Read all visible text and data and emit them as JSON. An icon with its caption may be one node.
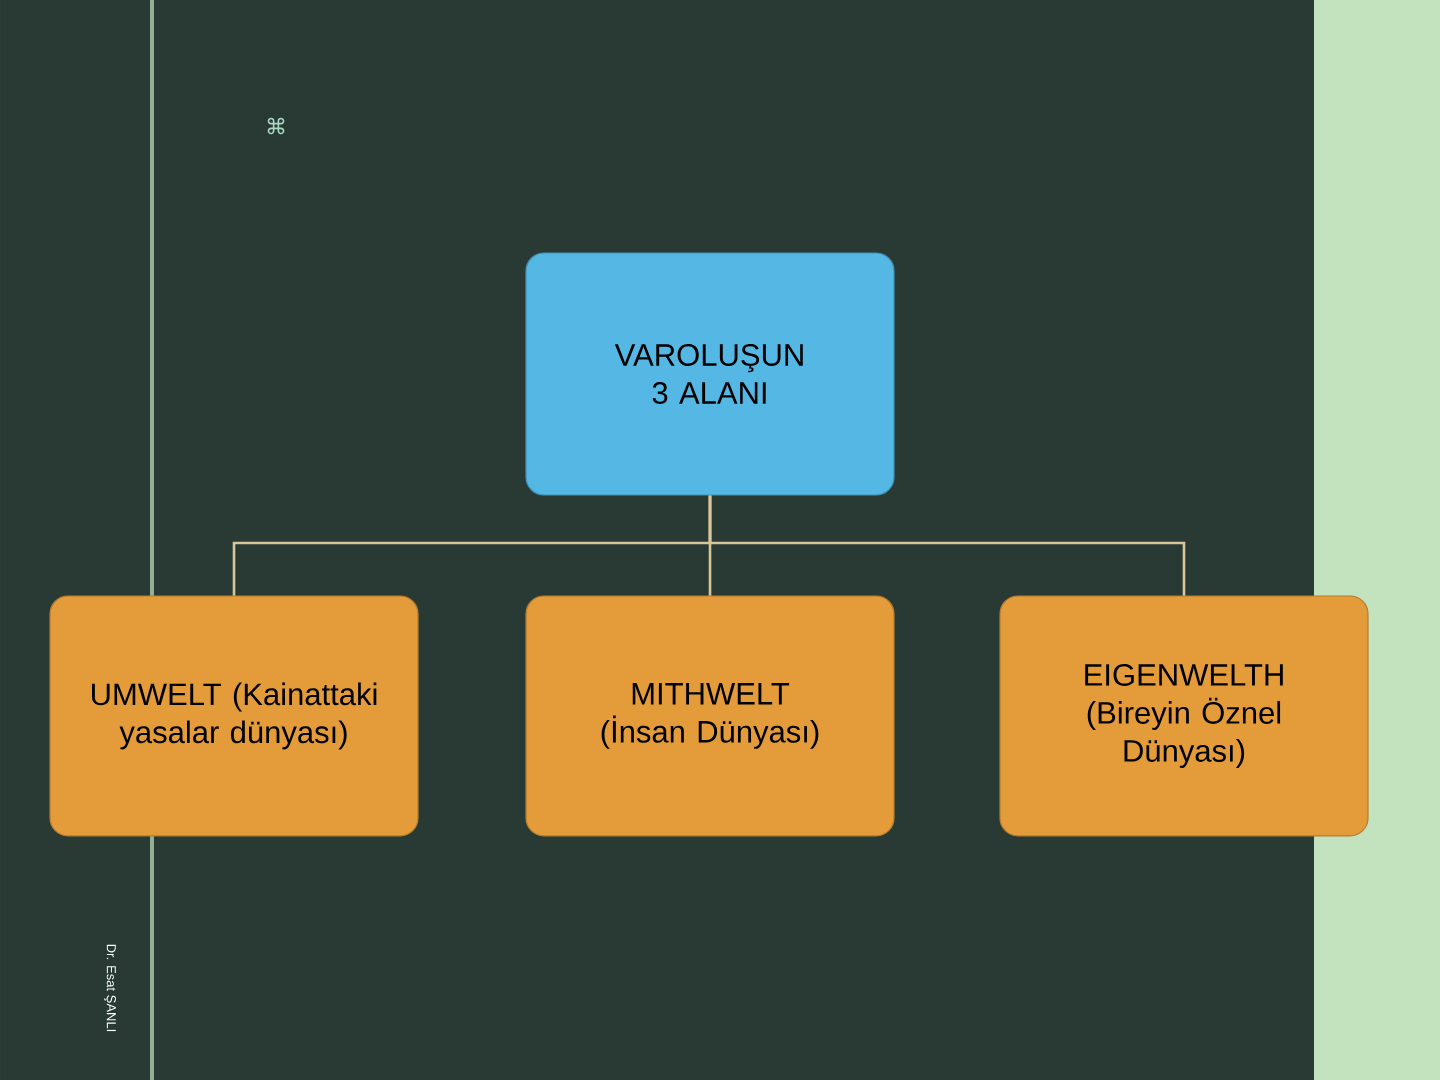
{
  "diagram": {
    "nodes": [
      {
        "text": [
          "VAROLUŞUN 3 ALANI"
        ]
      },
      {
        "text": [
          "UMWELT (Kainattaki yasalar dünyası)"
        ]
      },
      {
        "text": [
          "MITHWELT (İnsan Dünyası)"
        ]
      },
      {
        "text": [
          "EIGENWELTH (Bireyin Öznel Dünyası)"
        ]
      }
    ],
    "edges": [
      {
        "from": 0,
        "to": 1,
        "arrow": "none"
      },
      {
        "from": 0,
        "to": 2,
        "arrow": "none"
      },
      {
        "from": 0,
        "to": 3,
        "arrow": "none"
      }
    ],
    "labels": [
      "⌘",
      "Dr. Esat ŞANLI"
    ]
  }
}
